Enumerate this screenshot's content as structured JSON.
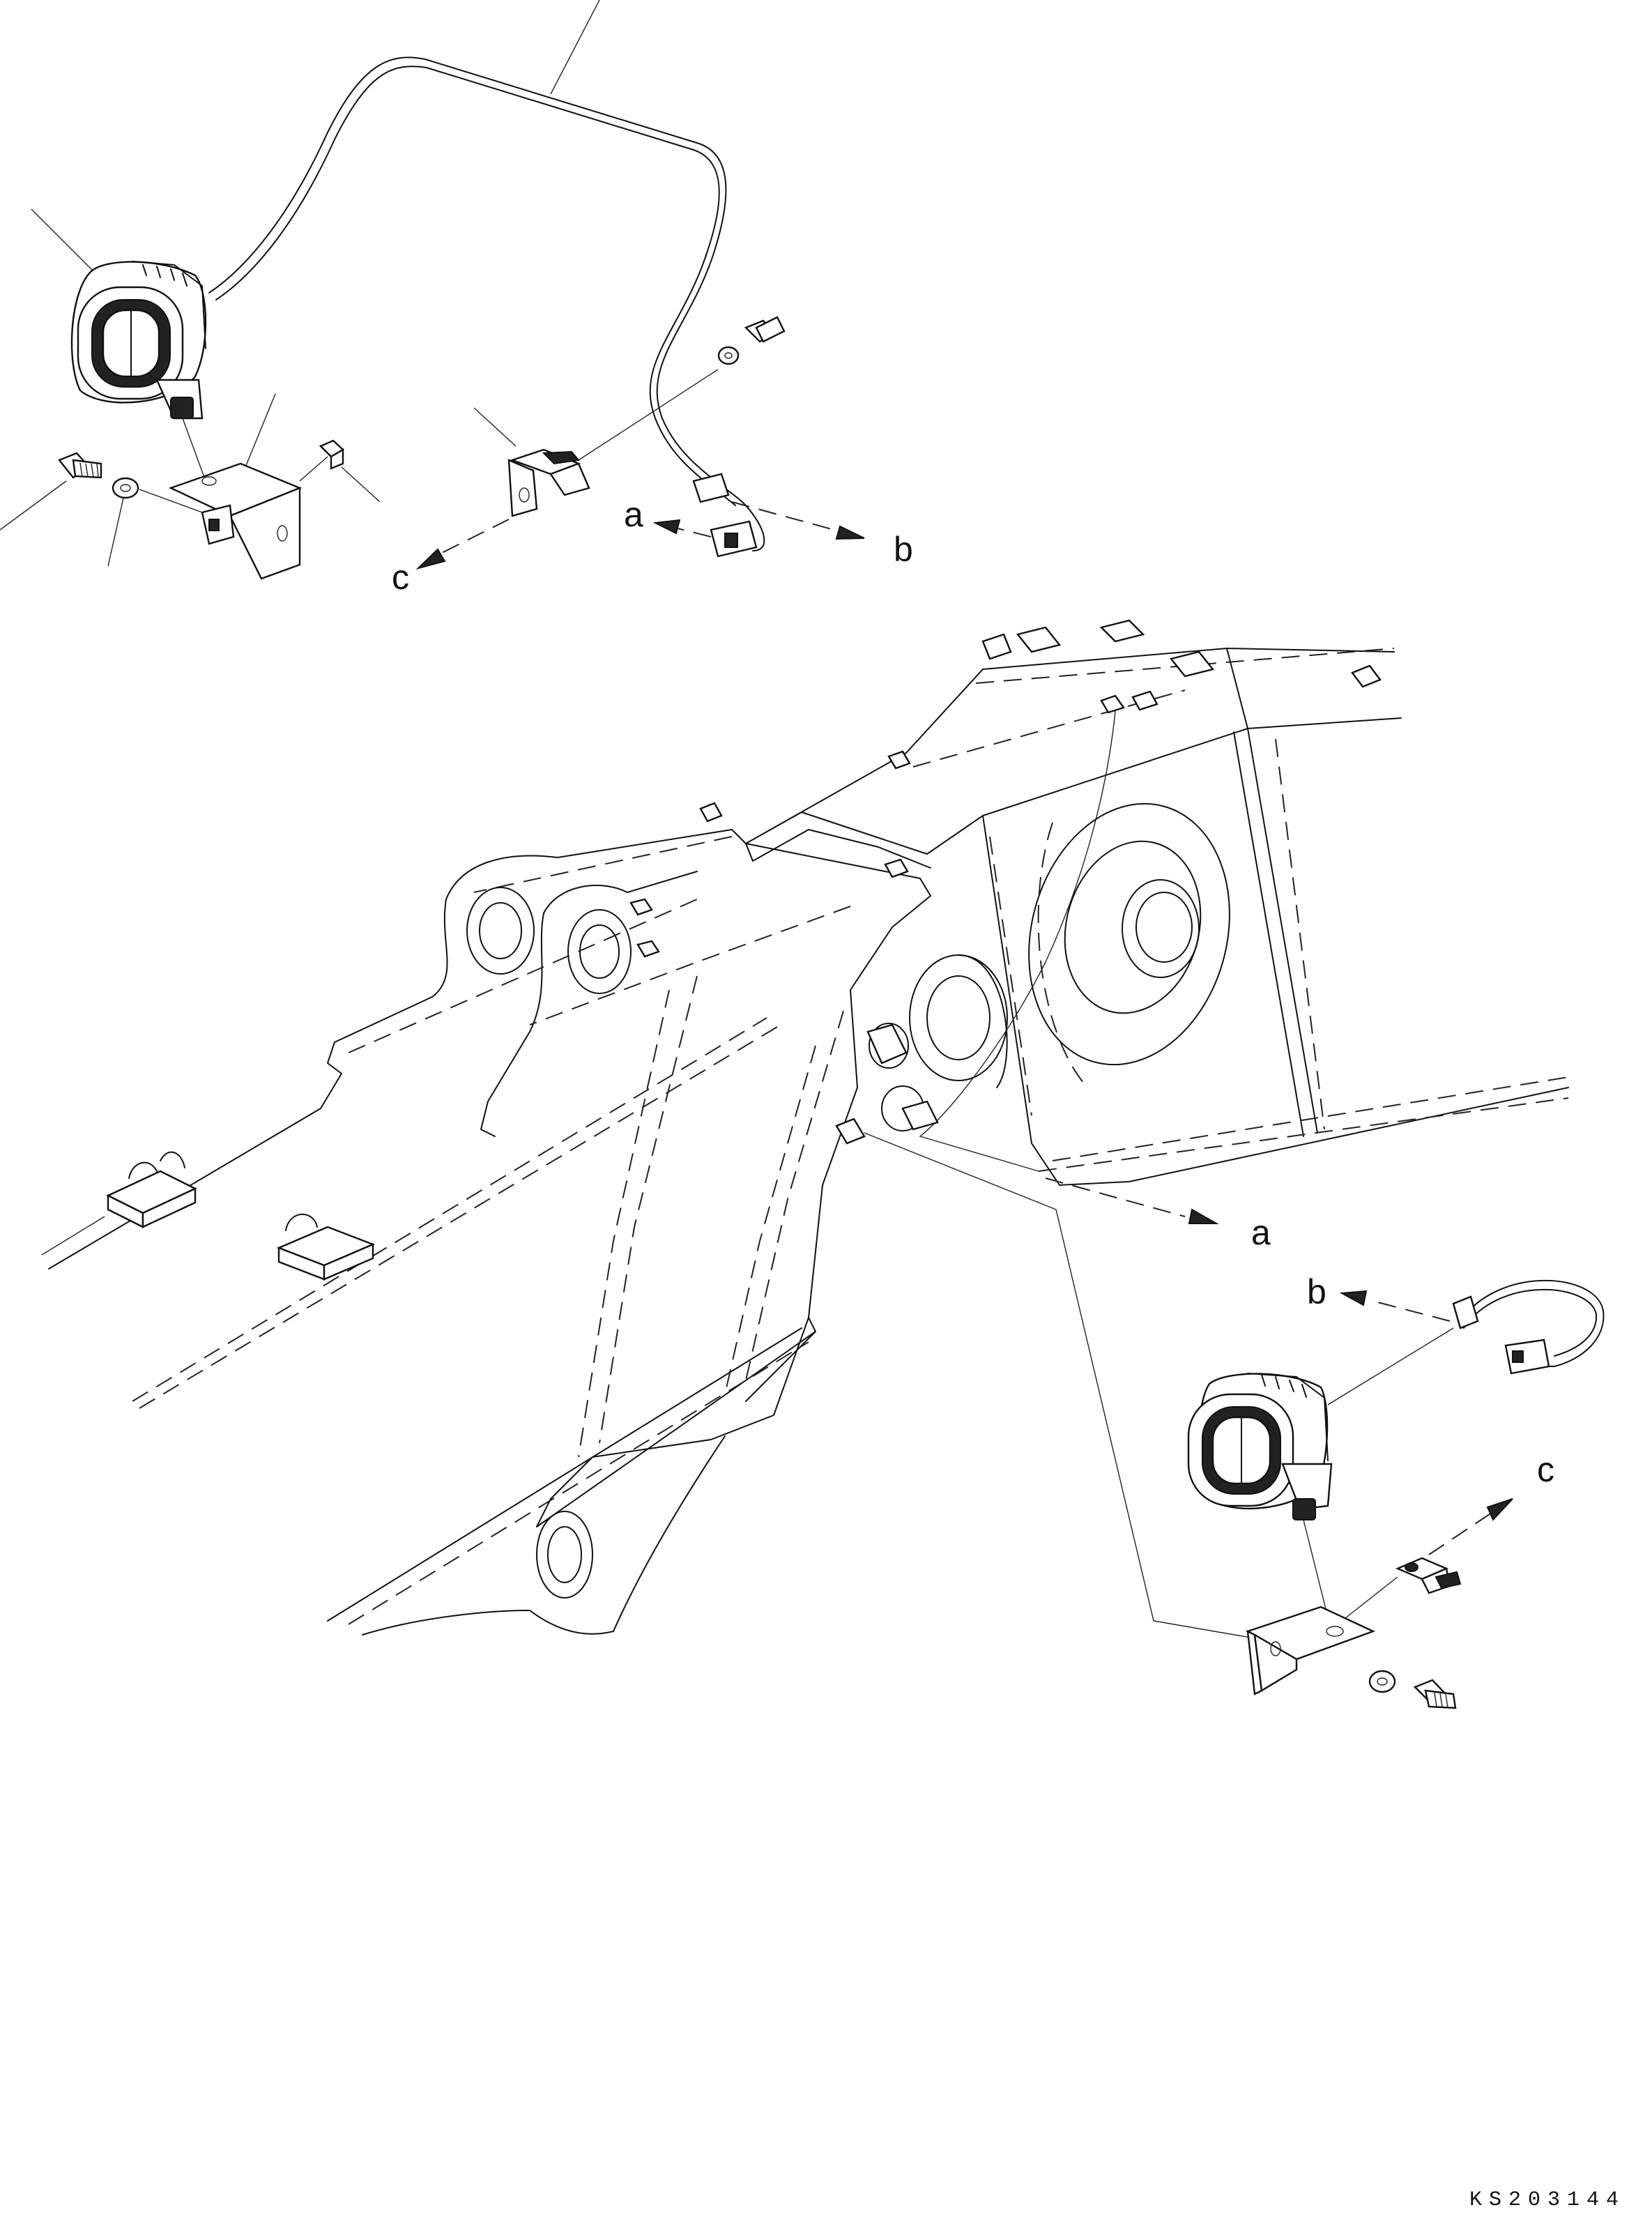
{
  "diagram": {
    "drawing_code": "KS203144",
    "callouts": {
      "a_top": "a",
      "b_top": "b",
      "c_top": "c",
      "a_mid": "a",
      "b_mid": "b",
      "c_mid": "c"
    }
  }
}
